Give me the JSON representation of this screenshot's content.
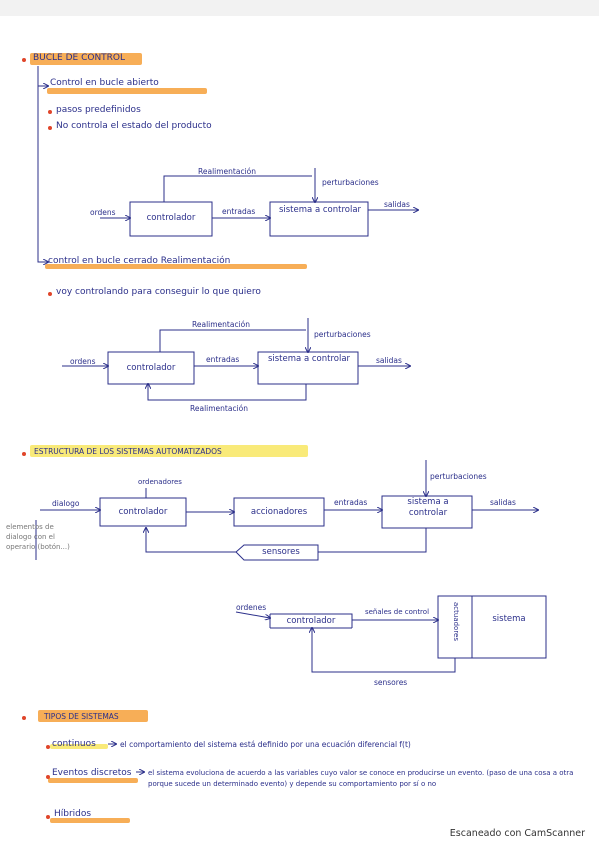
{
  "sections": {
    "bucle": {
      "title": "BUCLE DE CONTROL",
      "abierto": {
        "title": "Control en bucle abierto",
        "bullets": [
          "pasos predefinidos",
          "No controla el estado del producto"
        ],
        "diagram": {
          "entrada": "ordens",
          "controlador": "controlador",
          "entradas": "entradas",
          "sistema": "sistema a controlar",
          "salidas": "salidas",
          "realimentacion": "Realimentación",
          "perturbaciones": "perturbaciones"
        }
      },
      "cerrado": {
        "title": "control en bucle cerrado Realimentación",
        "bullets": [
          "voy controlando para conseguir lo que quiero"
        ],
        "diagram": {
          "entrada": "ordens",
          "controlador": "controlador",
          "entradas": "entradas",
          "sistema": "sistema a controlar",
          "salidas": "salidas",
          "realimentacion_top": "Realimentación",
          "perturbaciones": "perturbaciones",
          "realimentacion_bottom": "Realimentación"
        }
      }
    },
    "estructura": {
      "title": "ESTRUCTURA DE LOS SISTEMAS AUTOMATIZADOS",
      "diagram1": {
        "dialogo": "dialogo",
        "ordenadores": "ordenadores",
        "controlador": "controlador",
        "accionadores": "accionadores",
        "entradas": "entradas",
        "sistema": "sistema a controlar",
        "salidas": "salidas",
        "perturbaciones": "perturbaciones",
        "sensores": "sensores",
        "note": "elementos de dialogo con el operario (botón...)"
      },
      "diagram2": {
        "ordenes": "ordenes",
        "controlador": "controlador",
        "senales": "señales de control",
        "actuadores": "actuadores",
        "sistema": "sistema",
        "sensores": "sensores"
      }
    },
    "tipos": {
      "title": "TIPOS DE SISTEMAS",
      "items": [
        {
          "name": "continuos",
          "text": "el comportamiento del sistema está definido por una ecuación diferencial f(t)"
        },
        {
          "name": "Eventos discretos",
          "text": "el sistema evoluciona de acuerdo a las variables cuyo valor se conoce en producirse un evento. (paso de una cosa a otra porque sucede un determinado evento) y depende su comportamiento por sí o no"
        },
        {
          "name": "Híbridos",
          "text": ""
        }
      ]
    }
  },
  "footer": "Escaneado con CamScanner",
  "colors": {
    "ink": "#2b2f8a",
    "highlight_orange": "#f6a03a",
    "highlight_yellow": "#f8e86a",
    "bullet_red": "#e0452a"
  }
}
